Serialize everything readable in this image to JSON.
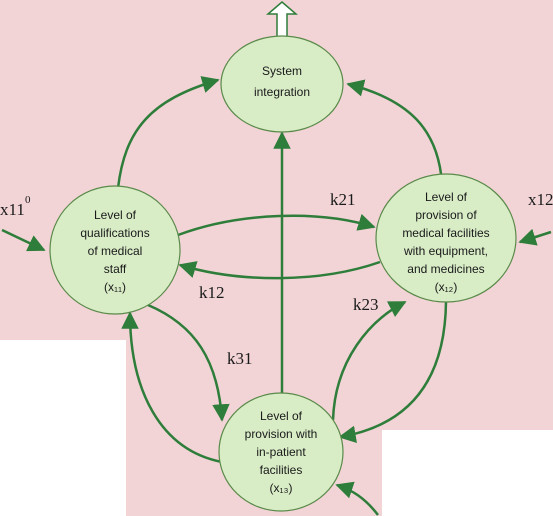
{
  "nodes": {
    "top": {
      "lines": [
        "System",
        "integration"
      ]
    },
    "left": {
      "lines": [
        "Level of",
        "qualifications",
        "of medical",
        "staff",
        "(x₁₁)"
      ]
    },
    "right": {
      "lines": [
        "Level of",
        "provision of",
        "medical facilities",
        "with equipment,",
        "and medicines",
        "(x₁₂)"
      ]
    },
    "bottom": {
      "lines": [
        "Level of",
        "provision with",
        "in-patient",
        "facilities",
        "(x₁₃)"
      ]
    }
  },
  "labels": {
    "k21": "k21",
    "k12": "k12",
    "k23": "k23",
    "k31": "k31",
    "x11_base": "x11",
    "x11_sup": "0",
    "x12": "x12"
  },
  "colors": {
    "background": "#f2d4d6",
    "node_fill": "#d8ecc6",
    "node_stroke": "#5a8a4a",
    "arrow": "#2e7d3a"
  }
}
